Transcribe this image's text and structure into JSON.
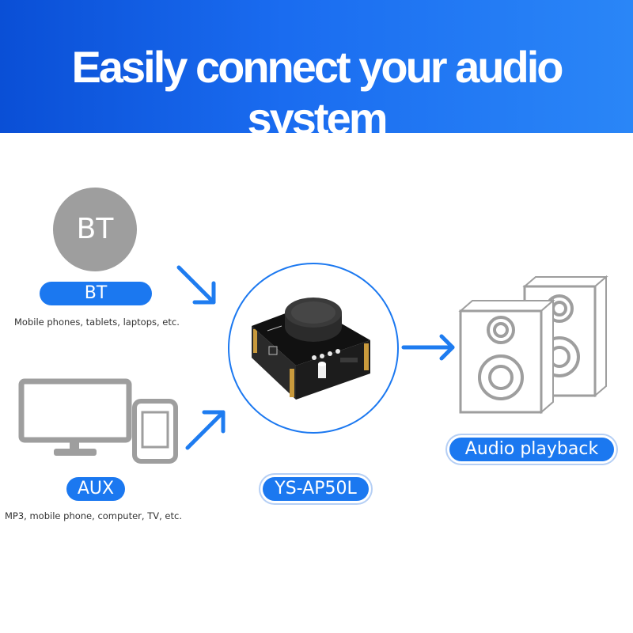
{
  "banner": {
    "title": "Easily connect your audio system",
    "color_start": "#0a4fd6",
    "color_end": "#2a86f7"
  },
  "bt": {
    "icon_label": "BT",
    "pill_label": "BT",
    "caption": "Mobile phones, tablets, laptops, etc."
  },
  "aux": {
    "pill_label": "AUX",
    "caption": "MP3, mobile phone, computer, TV, etc."
  },
  "device": {
    "pill_label": "YS-AP50L"
  },
  "output": {
    "pill_label": "Audio playback"
  },
  "colors": {
    "accent": "#1b78f0",
    "arrow": "#1e7cf0",
    "icon_gray": "#9e9e9e"
  },
  "icons": [
    "bluetooth-badge",
    "monitor-icon",
    "phone-icon",
    "amplifier-board-image",
    "speaker-icon",
    "arrow-icon"
  ]
}
